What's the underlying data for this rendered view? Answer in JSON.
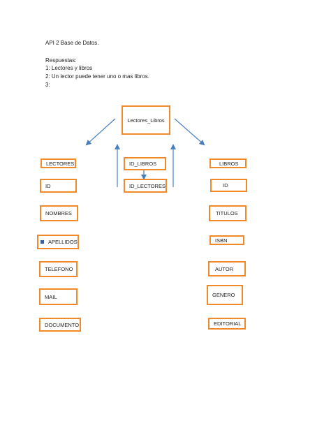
{
  "header": {
    "title": "API 2 Base de Datos.",
    "answers_label": "Respuestas:",
    "answers": [
      "1: Lectores y libros",
      "2: Un lector puede tener uno o mas libros.",
      "3:"
    ]
  },
  "diagram": {
    "junction_table": "Lectores_Libros",
    "junction_fields": [
      "ID_LIBROS",
      "ID_LECTORES"
    ],
    "lectores": {
      "title": "LECTORES",
      "fields": [
        "ID",
        "NOMBRES",
        "APELLIDOS",
        "TELEFONO",
        "MAIL",
        "DOCUMENTO"
      ]
    },
    "libros": {
      "title": "LIBROS",
      "fields": [
        "ID",
        "TITULOS",
        "ISBN",
        "AUTOR",
        "GENERO",
        "EDITORIAL"
      ]
    },
    "colors": {
      "box_border": "#f0892a",
      "arrow": "#4a7fc1"
    }
  }
}
